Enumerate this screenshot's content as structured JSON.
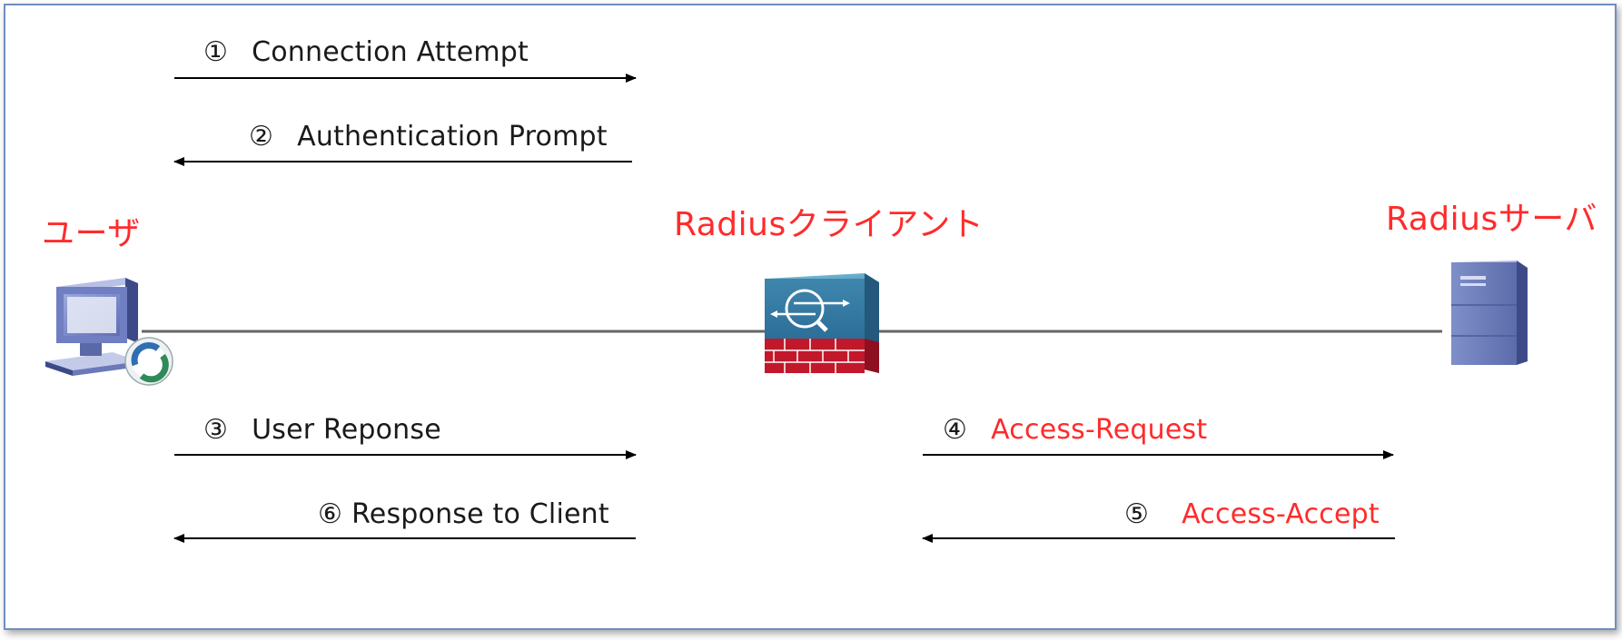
{
  "nodes": {
    "user": {
      "title": "ユーザ",
      "icon": "pc-vpn-client-icon"
    },
    "client": {
      "title": "Radiusクライアント",
      "icon": "firewall-icon"
    },
    "server": {
      "title": "Radiusサーバ",
      "icon": "server-icon"
    }
  },
  "messages": [
    {
      "num": "①",
      "text": "Connection Attempt"
    },
    {
      "num": "②",
      "text": "Authentication Prompt"
    },
    {
      "num": "③",
      "text": "User Reponse"
    },
    {
      "num": "④",
      "text": "Access-Request"
    },
    {
      "num": "⑤",
      "text": "Access-Accept"
    },
    {
      "num": "⑥",
      "text": "Response to Client"
    }
  ],
  "colors": {
    "title": "#ff2b2b",
    "text": "#1a1a1a",
    "highlight": "#ff2b2b",
    "frame_border": "#6f8fbf",
    "link_line": "#666666",
    "arrow": "#000000"
  }
}
